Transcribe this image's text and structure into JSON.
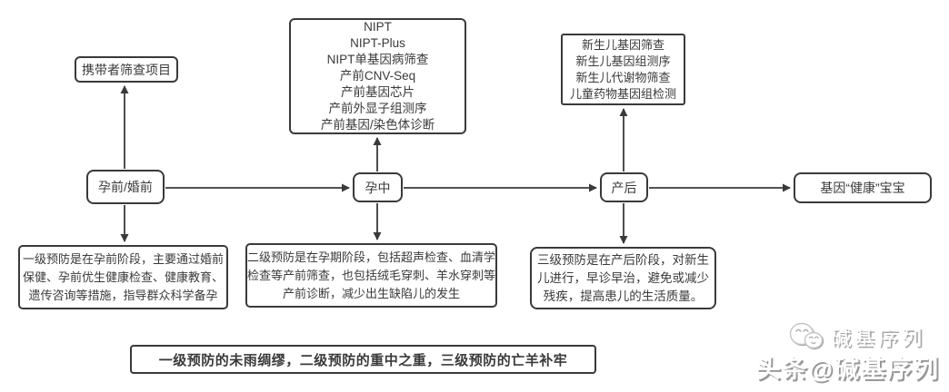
{
  "diagram": {
    "carrier_box": "携带者筛查项目",
    "prenatal_box": "NIPT\nNIPT-Plus\nNIPT单基因病筛查\n产前CNV-Seq\n产前基因芯片\n产前外显子组测序\n产前基因/染色体诊断",
    "newborn_box": "新生儿基因筛查\n新生儿基因组测序\n新生儿代谢物筛查\n儿童药物基因组检测",
    "stages": {
      "pre": "孕前/婚前",
      "mid": "孕中",
      "post": "产后",
      "result": "基因“健康”宝宝"
    },
    "prevention": {
      "primary": "一级预防是在孕前阶段，主要通过婚前\n保健、孕前优生健康检查、健康教育、\n遗传咨询等措施，指导群众科学备孕",
      "secondary": "二级预防是在孕期阶段，包括超声检查、血清学\n检查等产前筛查，也包括绒毛穿刺、羊水穿刺等\n产前诊断，减少出生缺陷儿的发生",
      "tertiary": "三级预防是在产后阶段，对新生\n儿进行，早诊早治，避免或减少\n残疾，提高患儿的生活质量。"
    },
    "summary": "一级预防的未雨绸缪，二级预防的重中之重，三级预防的亡羊补牢",
    "watermark": {
      "brand": "碱基序列",
      "handle": "头条@碱基序列"
    },
    "colors": {
      "line": "#3a3a3a",
      "watermark_shadow": "#a8a8a8"
    }
  }
}
